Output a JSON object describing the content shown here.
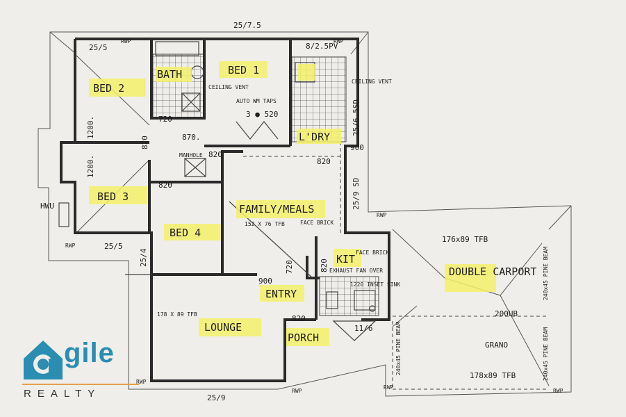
{
  "rooms": {
    "bed1": "BED 1",
    "bed2": "BED 2",
    "bed3": "BED 3",
    "bed4": "BED 4",
    "bath": "BATH",
    "ldry": "L'DRY",
    "family": "FAMILY/MEALS",
    "kit": "KIT",
    "entry": "ENTRY",
    "lounge": "LOUNGE",
    "porch": "PORCH",
    "carport": "DOUBLE CARPORT"
  },
  "dimensions": {
    "top": "25/7.5",
    "top_left": "25/5",
    "top_right": "8/2.5PV",
    "left_bottom": "25/5",
    "bottom": "25/9",
    "d720": "720",
    "d870": "870.",
    "d820_a": "820",
    "d820_b": "820",
    "d820_c": "820",
    "d820_d": "820",
    "d820_e": "820",
    "d820_f": "820",
    "d1200_a": "1200.",
    "d1200_b": "1200.",
    "d900_a": "900",
    "d900_b": "900",
    "d520": "3 ● 520",
    "d25_6_5sd": "25/6.5SD",
    "d25_9sd": "25/9 SD",
    "d25_4": "25/4",
    "d11_6": "11/6",
    "d720b": "720"
  },
  "notes": {
    "ceiling_vent_left": "CEILING VENT",
    "ceiling_vent_right": "CEILING VENT",
    "auto_wm": "AUTO WM TAPS",
    "manhole": "MANHOLE",
    "hwu": "HWU",
    "rwp_1": "RWP",
    "rwp_2": "RWP",
    "rwp_3": "RWP",
    "rwp_4": "RWP",
    "rwp_5": "RWP",
    "rwp_6": "RWP",
    "rwp_7": "RWP",
    "rwp_8": "RWP",
    "tfb_family": "152 X 76 TFB",
    "face_brick_1": "FACE BRICK",
    "face_brick_2": "FACE BRICK",
    "exhaust": "EXHAUST FAN OVER",
    "sink": "1220 INSET SINK",
    "tfb_carport_top": "176x89 TFB",
    "tfb_carport_bottom": "178x89 TFB",
    "tfb_lounge": "178 X 89 TFB",
    "pine_beam_1": "240x45 PINE BEAM",
    "pine_beam_2": "240x45 PINE BEAM",
    "pine_beam_3": "240x45 PINE BEAM",
    "ub": "200UB",
    "grano": "GRANO"
  },
  "logo": {
    "word": "gile",
    "tagline": "REALTY",
    "brand_color": "#2a8db1",
    "accent_color": "#e5a04a"
  }
}
